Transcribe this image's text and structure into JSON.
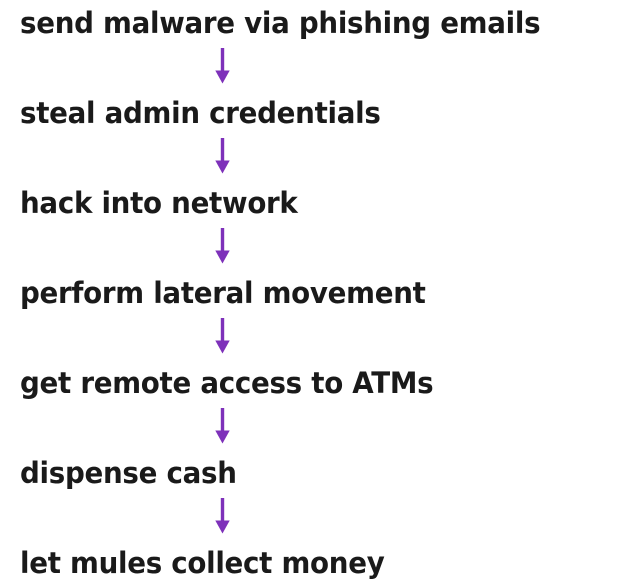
{
  "diagram": {
    "type": "vertical-flowchart",
    "title": "",
    "background_color": "#ffffff",
    "text_color": "#1a1a1a",
    "arrow_color": "#7e31ba",
    "arrow_icon_name": "arrow-down-icon",
    "steps": [
      {
        "id": 1,
        "label": "send malware via phishing emails"
      },
      {
        "id": 2,
        "label": "steal admin credentials"
      },
      {
        "id": 3,
        "label": "hack into network"
      },
      {
        "id": 4,
        "label": "perform lateral movement"
      },
      {
        "id": 5,
        "label": "get remote access to ATMs"
      },
      {
        "id": 6,
        "label": "dispense cash"
      },
      {
        "id": 7,
        "label": "let mules collect money"
      }
    ],
    "connectors": [
      {
        "from": 1,
        "to": 2,
        "glyph": "↓"
      },
      {
        "from": 2,
        "to": 3,
        "glyph": "↓"
      },
      {
        "from": 3,
        "to": 4,
        "glyph": "↓"
      },
      {
        "from": 4,
        "to": 5,
        "glyph": "↓"
      },
      {
        "from": 5,
        "to": 6,
        "glyph": "↓"
      },
      {
        "from": 6,
        "to": 7,
        "glyph": "↓"
      }
    ]
  }
}
